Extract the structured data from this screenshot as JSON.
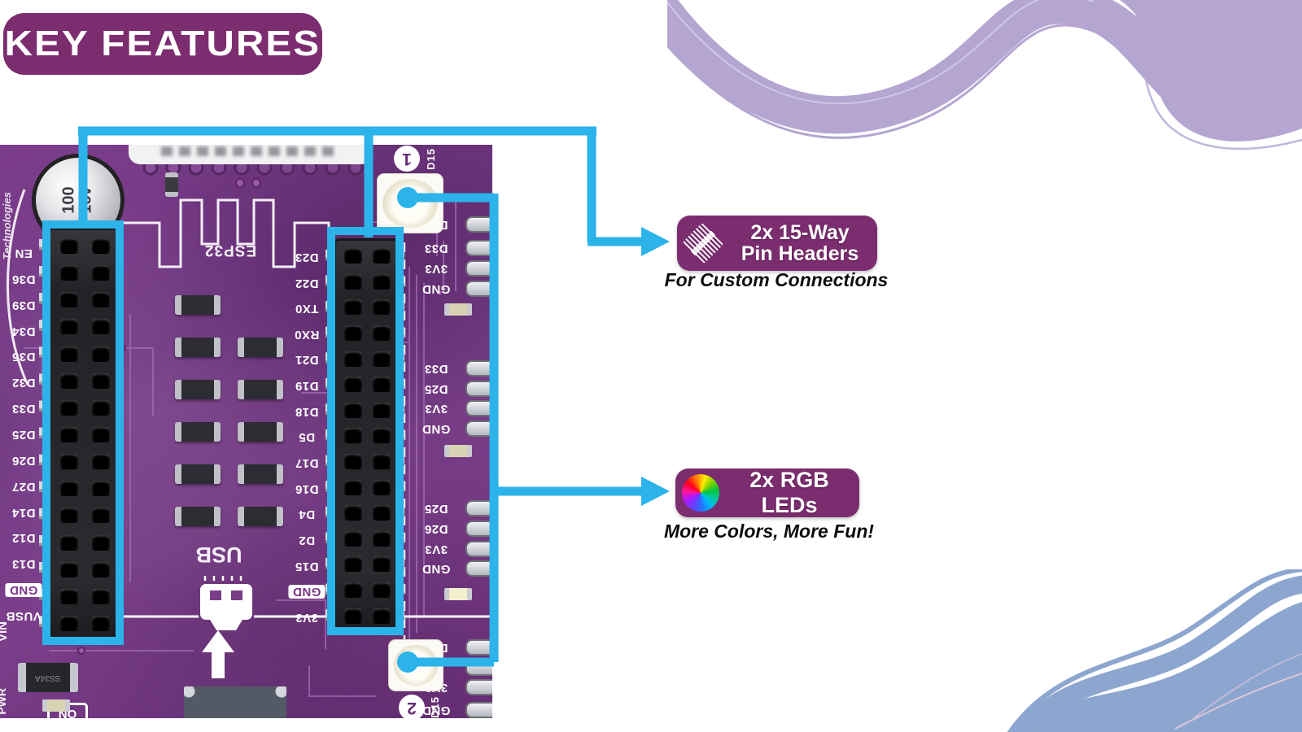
{
  "header": {
    "title": "KEY FEATURES"
  },
  "callouts": {
    "pin_headers": {
      "line1": "2x 15-Way",
      "line2": "Pin Headers",
      "subtitle": "For Custom Connections",
      "icon": "pin-header-icon"
    },
    "rgb_leds": {
      "label": "2x RGB LEDs",
      "subtitle": "More Colors, More Fun!",
      "icon": "color-wheel-icon"
    }
  },
  "board": {
    "chip": "ESP32",
    "usb": "USB",
    "vin": "VIN",
    "pwr": "PWR",
    "on": "ON",
    "tech": "Technologies",
    "diode": "SS34A",
    "capacitor": {
      "value": "100",
      "voltage": "16v"
    },
    "led1": {
      "num": "1",
      "ref": "D15"
    },
    "led2": {
      "num": "2",
      "ref": "D15"
    },
    "left_pins": [
      "EN",
      "D36",
      "D39",
      "D34",
      "D35",
      "D32",
      "D33",
      "D25",
      "D26",
      "D27",
      "D14",
      "D12",
      "D13",
      "GND",
      "VUSB"
    ],
    "right_pins": [
      "D23",
      "D22",
      "TX0",
      "RX0",
      "D21",
      "D19",
      "D18",
      "D5",
      "D17",
      "D16",
      "D4",
      "D2",
      "D15",
      "GND",
      "3V3"
    ],
    "edge_pads": [
      "D32",
      "D33",
      "3V3",
      "GND",
      "D33",
      "D25",
      "3V3",
      "GND",
      "D25",
      "D26",
      "3V3",
      "GND",
      "D22",
      "3V3",
      "GND"
    ]
  },
  "colors": {
    "accent_cyan": "#2bb3ea",
    "badge_purple": "#7b2d6f",
    "board_purple": "#7a3d88",
    "wave_lavender": "#b4a5d1",
    "wave_blue": "#8da6cf"
  }
}
